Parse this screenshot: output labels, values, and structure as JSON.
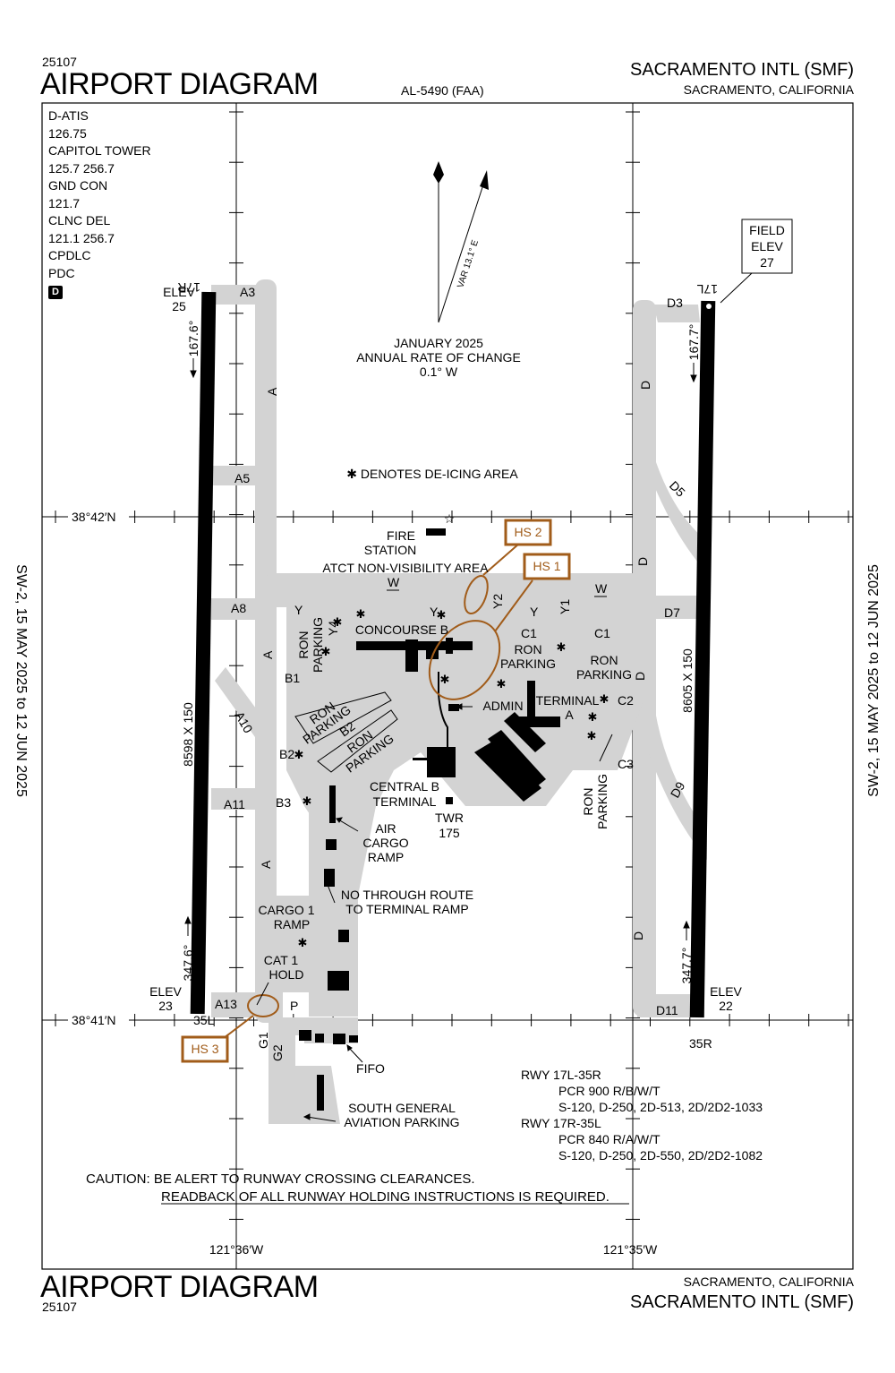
{
  "header": {
    "chart_number": "25107",
    "title": "AIRPORT DIAGRAM",
    "al_number": "AL-5490 (FAA)",
    "airport_name": "SACRAMENTO INTL (SMF)",
    "location": "SACRAMENTO, CALIFORNIA"
  },
  "footer": {
    "title": "AIRPORT DIAGRAM",
    "chart_number": "25107",
    "location": "SACRAMENTO, CALIFORNIA",
    "airport_name": "SACRAMENTO INTL (SMF)"
  },
  "effective_dates": {
    "left": "SW-2,  15 MAY 2025  to  12 JUN 2025",
    "right": "SW-2,  15 MAY 2025  to  12 JUN 2025"
  },
  "frequencies": [
    "D-ATIS",
    "126.75",
    "CAPITOL TOWER",
    "125.7  256.7",
    "GND CON",
    "121.7",
    "CLNC DEL",
    "121.1  256.7",
    "CPDLC",
    "PDC"
  ],
  "frequency_badge": "D",
  "magnetic": {
    "variation": "VAR 13.1° E",
    "rate_lines": [
      "JANUARY 2025",
      "ANNUAL RATE OF CHANGE",
      "0.1° W"
    ]
  },
  "field_elev": {
    "lines": [
      "FIELD",
      "ELEV",
      "27"
    ]
  },
  "coordinates": {
    "lat_top": "38°42′N",
    "lat_bottom": "38°41′N",
    "lon_left": "121°36′W",
    "lon_right": "121°35′W"
  },
  "runways": {
    "r17r": {
      "top_id": "17R",
      "bottom_id": "35L",
      "dimensions": "8598 X 150",
      "top_elev": [
        "ELEV",
        "25"
      ],
      "bottom_elev": [
        "ELEV",
        "23"
      ],
      "heading_top": "167.6°",
      "heading_bottom": "347.6°"
    },
    "r17l": {
      "top_id": "17L",
      "bottom_id": "35R",
      "dimensions": "8605 X 150",
      "bottom_elev": [
        "ELEV",
        "22"
      ],
      "heading_top": "167.7°",
      "heading_bottom": "347.7°"
    }
  },
  "hotspots": [
    "HS 1",
    "HS 2",
    "HS 3"
  ],
  "taxiways": {
    "A3": "A3",
    "A": "A",
    "A5": "A5",
    "A8": "A8",
    "A10": "A10",
    "A11": "A11",
    "A13": "A13",
    "B1": "B1",
    "B2": "B2",
    "B3": "B3",
    "C1": "C1",
    "C2": "C2",
    "C3": "C3",
    "D": "D",
    "D3": "D3",
    "D5": "D5",
    "D7": "D7",
    "D9": "D9",
    "D11": "D11",
    "W": "W",
    "Y": "Y",
    "Y1": "Y1",
    "Y2": "Y2",
    "Y4": "Y4",
    "P": "P",
    "G1": "G1",
    "G2": "G2"
  },
  "labels": {
    "deicing": "✱ DENOTES DE-ICING AREA",
    "fire_station": [
      "FIRE",
      "STATION"
    ],
    "atct": "ATCT NON-VISIBILITY AREA",
    "concourse_b": "CONCOURSE B",
    "ron_parking_c1": [
      "RON",
      "PARKING"
    ],
    "ron_parking_right": [
      "RON",
      "PARKING"
    ],
    "ron_parking_y4": [
      "RON",
      "PARKING"
    ],
    "ron_parking_b1": [
      "RON",
      "PARKING"
    ],
    "ron_parking_b2": [
      "RON",
      "PARKING"
    ],
    "ron_parking_c3": [
      "RON",
      "PARKING"
    ],
    "admin": "ADMIN",
    "terminal_a": [
      "TERMINAL",
      "A"
    ],
    "central_b": [
      "CENTRAL B",
      "TERMINAL"
    ],
    "twr": [
      "TWR",
      "175"
    ],
    "air_cargo": [
      "AIR",
      "CARGO",
      "RAMP"
    ],
    "no_through": [
      "NO THROUGH ROUTE",
      "TO TERMINAL RAMP"
    ],
    "cargo1": [
      "CARGO 1",
      "RAMP"
    ],
    "cat1": [
      "CAT 1",
      "HOLD"
    ],
    "fifo": "FIFO",
    "south_ga": [
      "SOUTH GENERAL",
      "AVIATION PARKING"
    ]
  },
  "runway_info": [
    "RWY 17L-35R",
    "PCR 900 R/B/W/T",
    "S-120, D-250, 2D-513, 2D/2D2-1033",
    "RWY 17R-35L",
    "PCR 840 R/A/W/T",
    "S-120, D-250, 2D-550, 2D/2D2-1082"
  ],
  "caution": {
    "line1": "CAUTION: BE ALERT TO RUNWAY CROSSING CLEARANCES.",
    "line2": "READBACK OF ALL RUNWAY HOLDING INSTRUCTIONS IS REQUIRED."
  },
  "colors": {
    "hotspot": "#a15c1a",
    "pavement": "#d3d3d3",
    "ink": "#000000"
  }
}
